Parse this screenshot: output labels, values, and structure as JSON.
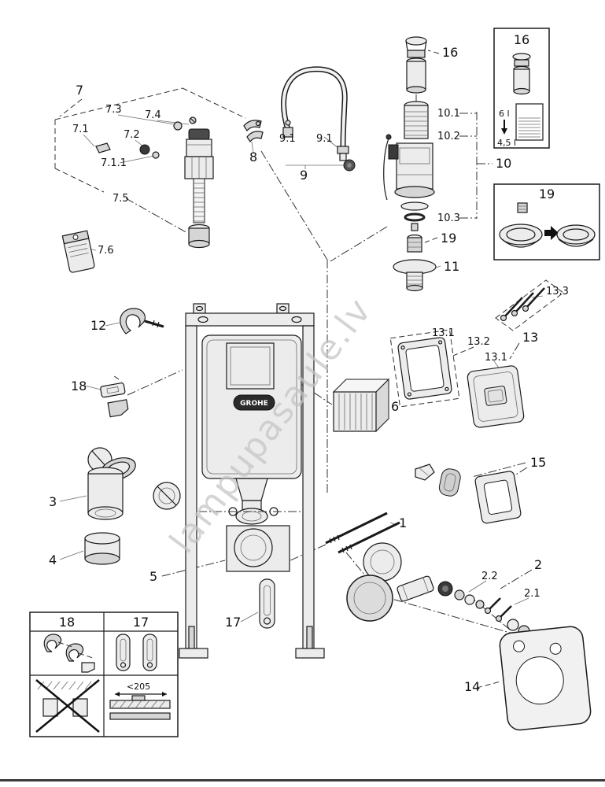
{
  "watermark": "lampupasaule.lv",
  "logo": "GROHE",
  "callouts": {
    "c1": "1",
    "c2": "2",
    "c2_1": "2.1",
    "c2_2": "2.2",
    "c3": "3",
    "c4": "4",
    "c5": "5",
    "c6": "6",
    "c7": "7",
    "c7_1": "7.1",
    "c7_1_1": "7.1.1",
    "c7_2": "7.2",
    "c7_3": "7.3",
    "c7_4": "7.4",
    "c7_5": "7.5",
    "c7_6": "7.6",
    "c8": "8",
    "c9": "9",
    "c9_1a": "9.1",
    "c9_1b": "9.1",
    "c10": "10",
    "c10_1": "10.1",
    "c10_2": "10.2",
    "c10_3": "10.3",
    "c11": "11",
    "c12": "12",
    "c13": "13",
    "c13_1a": "13.1",
    "c13_1b": "13.1",
    "c13_2": "13.2",
    "c13_3": "13.3",
    "c14": "14",
    "c15": "15",
    "c16": "16",
    "c17": "17",
    "c18": "18",
    "c19": "19"
  },
  "inset_16": {
    "title": "16",
    "full_flush": "6 l",
    "reduced_flush": "4,5 l"
  },
  "inset_19": {
    "title": "19"
  },
  "inset_18": {
    "title": "18"
  },
  "inset_17": {
    "title": "17",
    "dimension": "<205"
  }
}
